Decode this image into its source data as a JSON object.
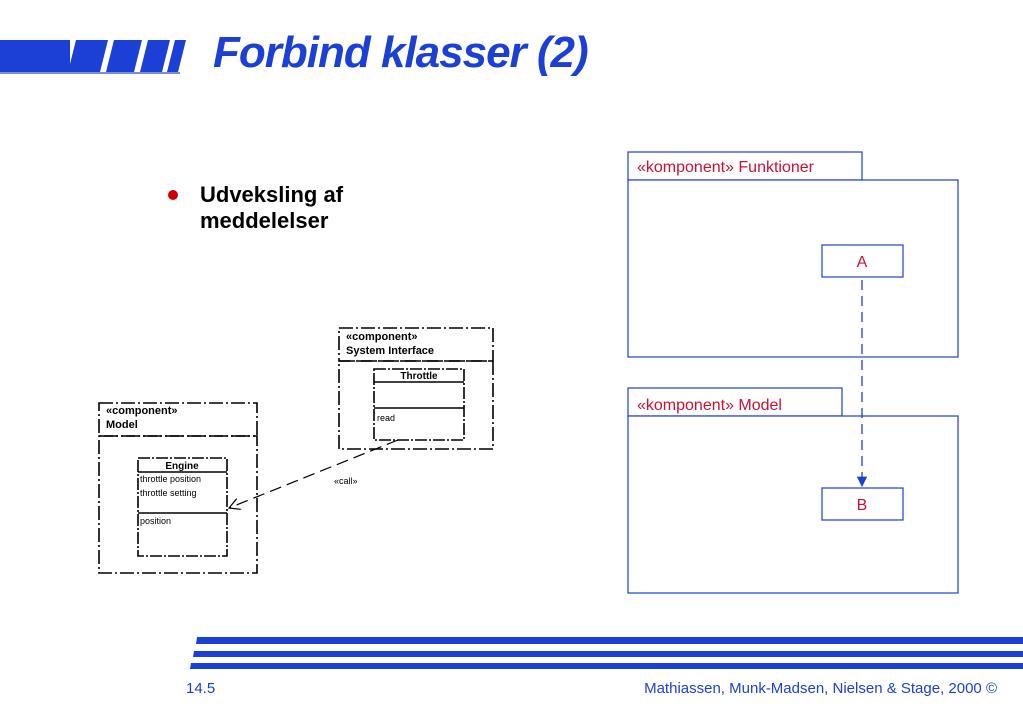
{
  "title": "Forbind klasser (2)",
  "bullet": {
    "line1": "Udveksling af",
    "line2": "meddelelser"
  },
  "left_diagram": {
    "model_stereotype": "«component»",
    "model_name": "Model",
    "engine": {
      "name": "Engine",
      "attr1": "throttle position",
      "attr2": "throttle setting",
      "op1": "position"
    },
    "sys_stereotype": "«component»",
    "sys_name": "System Interface",
    "throttle": {
      "name": "Throttle",
      "op1": "read"
    },
    "dependency_label": "«call»"
  },
  "right_diagram": {
    "funktioner_label": "«komponent» Funktioner",
    "class_a": "A",
    "model_label": "«komponent» Model",
    "class_b": "B"
  },
  "footer": {
    "page": "14.5",
    "credit": "Mathiassen, Munk-Madsen, Nielsen & Stage, 2000 ©"
  },
  "colors": {
    "accent": "#1c3fd6",
    "uml_red": "#cc1133",
    "bullet": "#cc0000"
  }
}
